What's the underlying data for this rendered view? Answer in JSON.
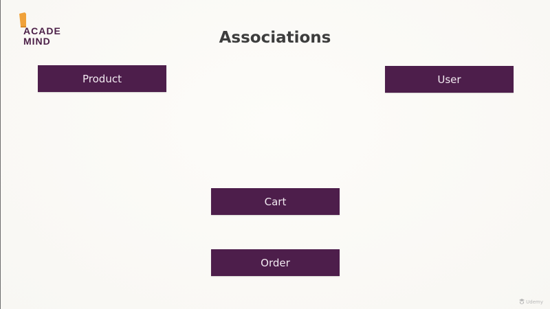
{
  "logo": {
    "line1": "ACADE",
    "line2": "MIND",
    "color": "#4c2048",
    "accent": "#f0a23a"
  },
  "slide": {
    "title": "Associations"
  },
  "entities": [
    {
      "label": "Product"
    },
    {
      "label": "User"
    },
    {
      "label": "Cart"
    },
    {
      "label": "Order"
    }
  ],
  "colors": {
    "box_fill": "#4d1e4b",
    "box_text": "#f2eaf1",
    "title_text": "#3d3d3d",
    "background": "#fbfaf6"
  },
  "watermark": {
    "text": "Udemy",
    "icon": "udemy-logo-icon"
  }
}
